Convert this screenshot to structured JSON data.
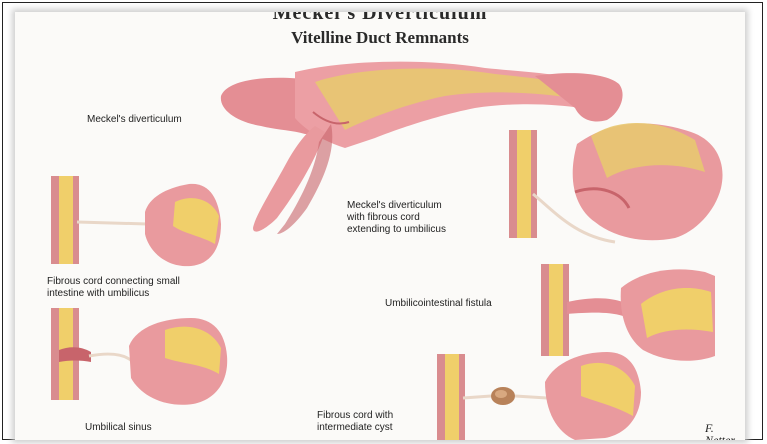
{
  "title": "Meckel's Diverticulum",
  "subtitle": "Vitelline Duct Remnants",
  "labels": {
    "meckels": "Meckel's diverticulum",
    "fibrous_cord_1": "Meckel's diverticulum",
    "fibrous_cord_2": "with fibrous cord",
    "fibrous_cord_3": "extending to umbilicus",
    "connecting_1": "Fibrous cord connecting small",
    "connecting_2": "intestine with umbilicus",
    "fistula": "Umbilicointestinal fistula",
    "sinus": "Umbilical sinus",
    "cyst_1": "Fibrous cord with",
    "cyst_2": "intermediate cyst"
  },
  "signature": "F. Netter",
  "colors": {
    "intestine": "#e99a9e",
    "intestine_dark": "#c8646b",
    "mesentery": "#e8c870",
    "fat": "#f0cf6a",
    "wall": "#d98c8f",
    "cord": "#e9d7c8"
  }
}
